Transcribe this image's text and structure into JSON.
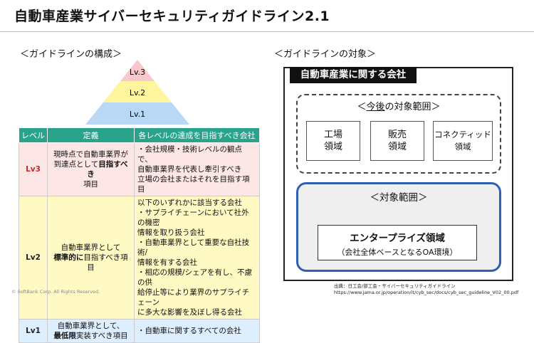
{
  "page_title": "自動車産業サイバーセキュリティガイドライン2.1",
  "left_heading": "＜ガイドラインの構成＞",
  "right_heading": "＜ガイドラインの対象＞",
  "pyramid": {
    "levels": [
      {
        "label": "Lv.3",
        "color": "#f7c9cc"
      },
      {
        "label": "Lv.2",
        "color": "#fff59d"
      },
      {
        "label": "Lv.1",
        "color": "#b9d8f5"
      }
    ]
  },
  "table": {
    "headers": [
      "レベル",
      "定義",
      "各レベルの達成を目指すべき会社"
    ],
    "header_color": "#2aa38c",
    "rows": [
      {
        "level": "Lv3",
        "level_color": "#c62828",
        "def": [
          {
            "text": "現時点で自動車業界が"
          },
          {
            "text": "到達点として",
            "bold": "目指すべき"
          },
          {
            "text": "項目"
          }
        ],
        "target": [
          "・会社規模・技術レベルの観点で、",
          "自動車業界を代表し牽引すべき",
          "立場の会社またはそれを目指す項目"
        ]
      },
      {
        "level": "Lv2",
        "level_color": "#222222",
        "def": [
          {
            "text": "自動車業界として"
          },
          {
            "bold": "標準的に",
            "text": "目指すべき項目"
          }
        ],
        "target": [
          "以下のいずれかに該当する会社",
          "・サプライチェーンにおいて社外の機密",
          "情報を取り扱う会社",
          "・自動車業界として重要な自社技術/",
          "情報を有する会社",
          "・相応の規模/シェアを有し、不慮の供",
          "給停止等により業界のサプライチェーン",
          "に多大な影響を及ぼし得る会社"
        ]
      },
      {
        "level": "Lv1",
        "level_color": "#222222",
        "def": [
          {
            "text": "自動車業界として、"
          },
          {
            "bold": "最低限",
            "text": "実装すべき項目"
          }
        ],
        "target": [
          "・自動車に関するすべての会社"
        ]
      }
    ]
  },
  "copyright": "© SoftBank Corp. All Rights Reserved.",
  "scope": {
    "outer_label": "自動車産業に関する会社",
    "future_label_prefix": "＜",
    "future_label_underlined": "今後",
    "future_label_suffix": "の対象範囲＞",
    "domains": [
      [
        "工場",
        "領域"
      ],
      [
        "販売",
        "領域"
      ],
      [
        "コネクティッド",
        "領域"
      ]
    ],
    "current_label": "＜対象範囲＞",
    "current_border_color": "#2f5fb0",
    "enterprise_name": "エンタープライズ領域",
    "enterprise_desc": "（会社全体ベースとなるOA環境）"
  },
  "source": {
    "line1": "出典：日工会/部工会・サイバーセキュリティガイドライン",
    "line2": "https://www.jama.or.jp/operation/it/cyb_sec/docs/cyb_sec_guideline_V02_00.pdf"
  }
}
